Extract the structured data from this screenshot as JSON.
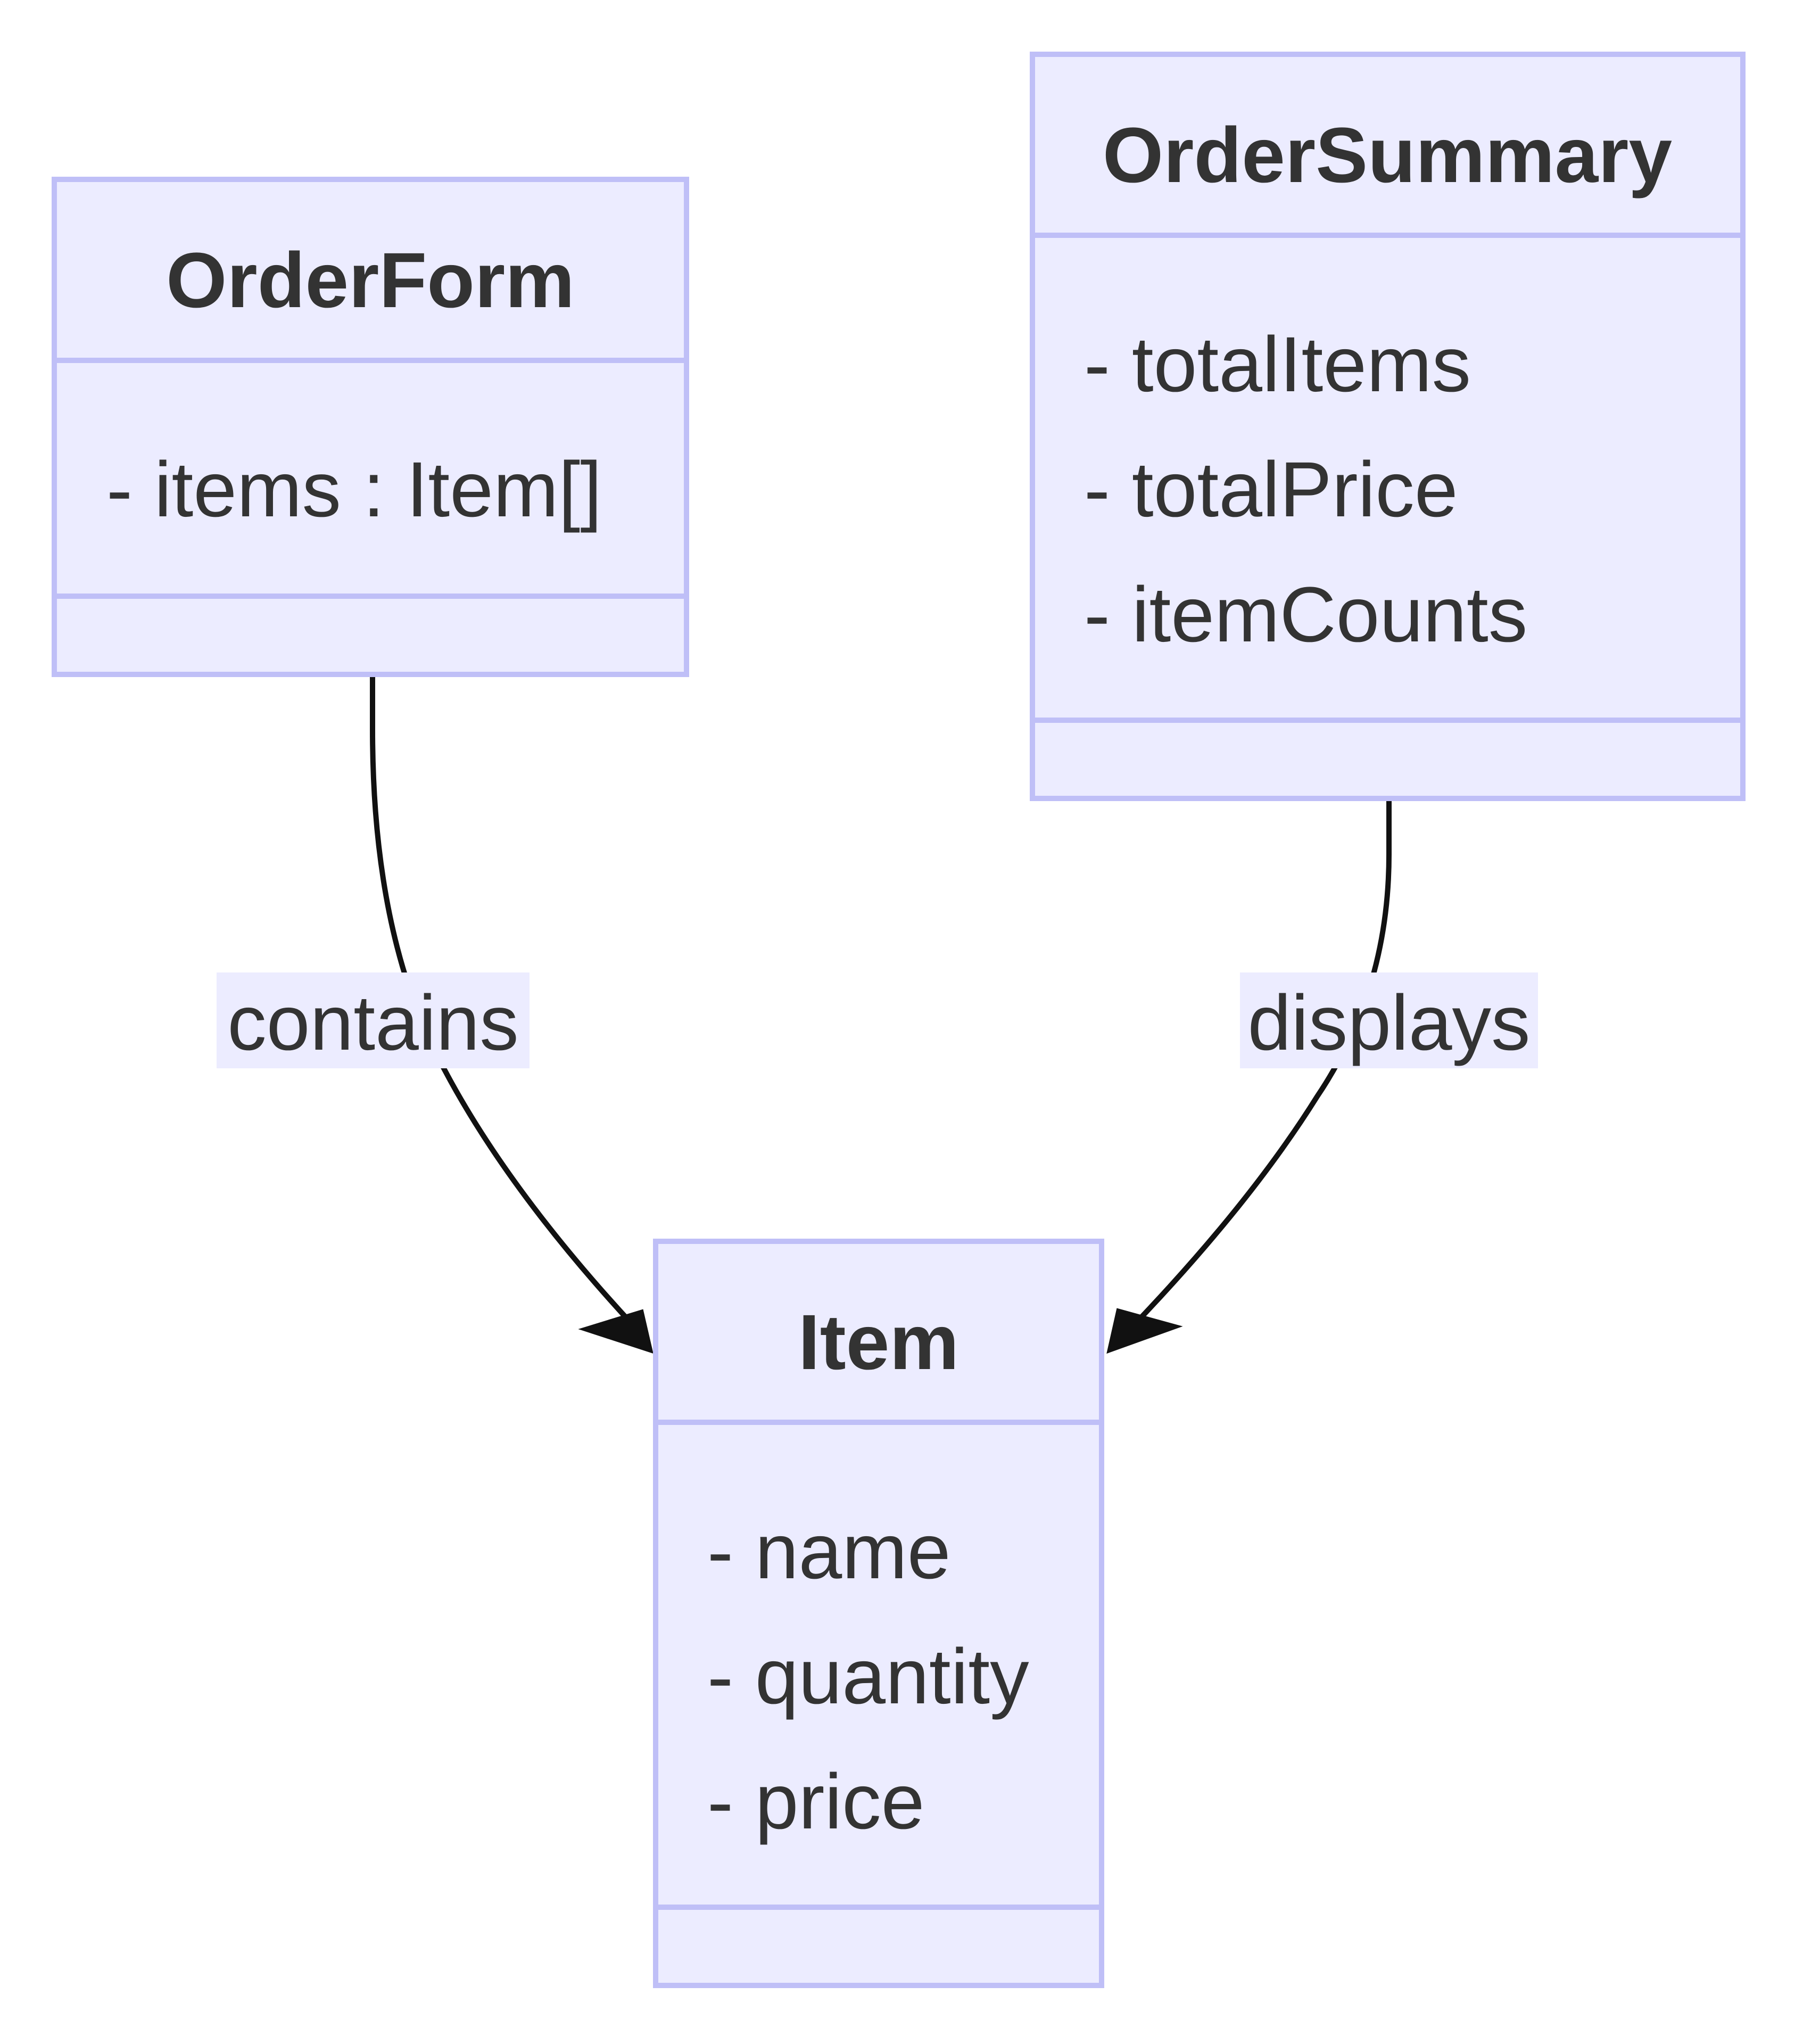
{
  "colors": {
    "class_fill": "#ECECFF",
    "class_stroke": "#BFBFF7",
    "text": "#333333",
    "edge": "#111111",
    "label_bg": "#ECECFF",
    "background": "#FFFFFF"
  },
  "classes": [
    {
      "id": "OrderForm",
      "name": "OrderForm",
      "attributes": [
        "- items : Item[]"
      ],
      "methods": []
    },
    {
      "id": "OrderSummary",
      "name": "OrderSummary",
      "attributes": [
        "- totalItems",
        "- totalPrice",
        "- itemCounts"
      ],
      "methods": []
    },
    {
      "id": "Item",
      "name": "Item",
      "attributes": [
        "- name",
        "- quantity",
        "- price"
      ],
      "methods": []
    }
  ],
  "relations": [
    {
      "from": "OrderForm",
      "to": "Item",
      "label": "contains",
      "arrow": "open"
    },
    {
      "from": "OrderSummary",
      "to": "Item",
      "label": "displays",
      "arrow": "open"
    }
  ]
}
